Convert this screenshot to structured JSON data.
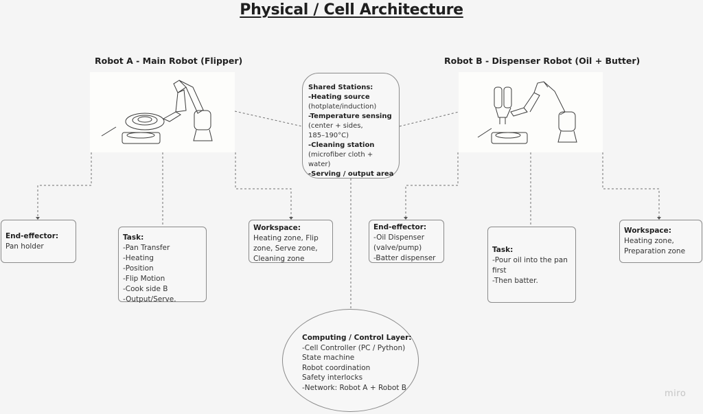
{
  "title": "Physical / Cell Architecture",
  "robot_a": {
    "title": "Robot A - Main Robot (Flipper)",
    "image": "robot-arm-with-pan-and-hotplate-illustration",
    "end_effector": {
      "label": "End-effector:",
      "text": "Pan holder"
    },
    "task": {
      "label": "Task:",
      "items": [
        "-Pan Transfer",
        "-Heating",
        "-Position",
        "-Flip Motion",
        "-Cook side B",
        "-Output/Serve."
      ]
    },
    "workspace": {
      "label": "Workspace:",
      "text": "Heating zone, Flip zone, Serve zone, Cleaning zone"
    }
  },
  "robot_b": {
    "title": "Robot B - Dispenser Robot (Oil + Butter)",
    "image": "robot-arm-with-dual-dispenser-and-hotplate-illustration",
    "end_effector": {
      "label": "End-effector:",
      "items": [
        "-Oil Dispenser",
        "(valve/pump)",
        "-Batter dispenser"
      ]
    },
    "task": {
      "label": "Task:",
      "items": [
        "-Pour oil into the pan first",
        "-Then batter."
      ]
    },
    "workspace": {
      "label": "Workspace:",
      "items": [
        "Heating zone,",
        "Preparation zone"
      ]
    }
  },
  "shared_stations": {
    "label": "Shared Stations:",
    "lines": [
      {
        "text": "-Heating source",
        "bold": true
      },
      {
        "text": "(hotplate/induction)",
        "bold": false
      },
      {
        "text": "-Temperature sensing",
        "bold": true
      },
      {
        "text": "(center + sides,",
        "bold": false
      },
      {
        "text": "185–190°C)",
        "bold": false
      },
      {
        "text": "-Cleaning station",
        "bold": true
      },
      {
        "text": "(microfiber cloth + water)",
        "bold": false
      },
      {
        "text": "-Serving / output area",
        "bold": true
      }
    ]
  },
  "computing": {
    "label": "Computing / Control Layer:",
    "lines": [
      "-Cell Controller (PC / Python)",
      "State machine",
      "Robot coordination",
      "Safety interlocks",
      "-Network: Robot A + Robot B"
    ]
  },
  "watermark": "miro"
}
